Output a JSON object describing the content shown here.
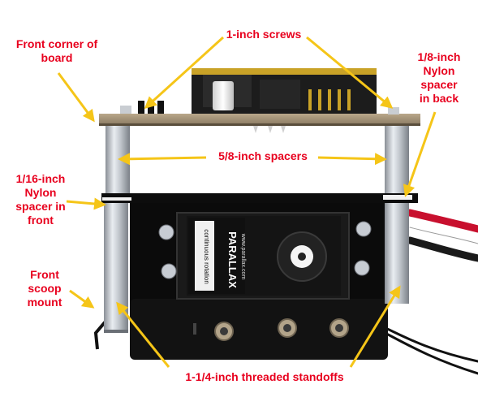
{
  "image": {
    "subject": "robot chassis with servo and circuit board",
    "label_color": "#e8001e",
    "arrow_color": "#f5c518"
  },
  "labels": {
    "front_corner_l1": "Front corner of",
    "front_corner_l2": "board",
    "screws": "1-inch screws",
    "nylon_back_l1": "1/8-inch",
    "nylon_back_l2": "Nylon",
    "nylon_back_l3": "spacer",
    "nylon_back_l4": "in back",
    "spacers": "5/8-inch spacers",
    "nylon_front_l1": "1/16-inch",
    "nylon_front_l2": "Nylon",
    "nylon_front_l3": "spacer in",
    "nylon_front_l4": "front",
    "scoop_l1": "Front",
    "scoop_l2": "scoop",
    "scoop_l3": "mount",
    "standoffs": "1-1/4-inch threaded standoffs"
  },
  "servo": {
    "brand": "PARALLAX",
    "type": "continuous rotation",
    "url": "www.parallax.com"
  }
}
